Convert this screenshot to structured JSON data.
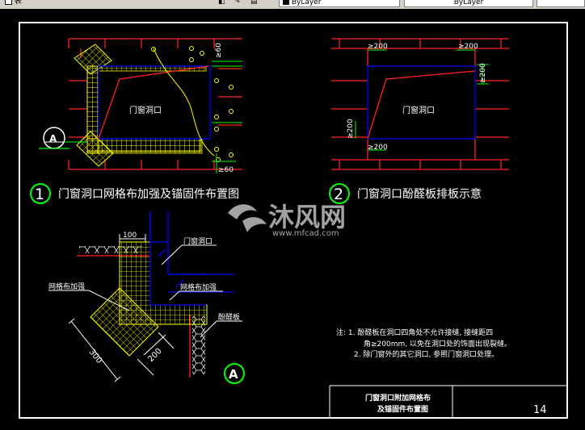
{
  "toolbar": {
    "left_label": "表",
    "layer_dropdown_1": "ByLayer",
    "layer_dropdown_2": "ByLayer"
  },
  "drawing": {
    "title_1": "门窗洞口网格布加强及锚固件布置图",
    "title_1_num": "1",
    "title_2": "门窗洞口酚醛板排板示意",
    "title_2_num": "2",
    "opening_label_1": "门窗洞口",
    "opening_label_2": "门窗洞口",
    "opening_label_3": "门窗洞口",
    "mesh_label_1": "网格布加强",
    "mesh_label_2": "网格布加强",
    "board_label": "酚醛板",
    "detail_a": "A",
    "dim_100": "100",
    "dim_300": "300",
    "dim_200": "200",
    "dim_ge60_top": "≥60",
    "dim_ge60_bottom": "≥60",
    "dim_ge200_1": "≥200",
    "dim_ge200_2": "≥200",
    "dim_ge200_3": "≥200",
    "dim_ge200_4": "≥200",
    "dim_ge200_5": "≥200",
    "note_1": "注: 1. 酚醛板在洞口四角处不允许接缝, 接缝距四",
    "note_1b": "角≥200mm, 以免在洞口处的饰面出现裂缝。",
    "note_2": "2. 除门窗外的其它洞口, 参照门窗洞口处理。",
    "sheet_title_1": "门窗洞口附加网格布",
    "sheet_title_2": "及锚固件布置图",
    "sheet_number": "14",
    "watermark_brand": "沐风网",
    "watermark_url": "www.mfcad.com"
  }
}
